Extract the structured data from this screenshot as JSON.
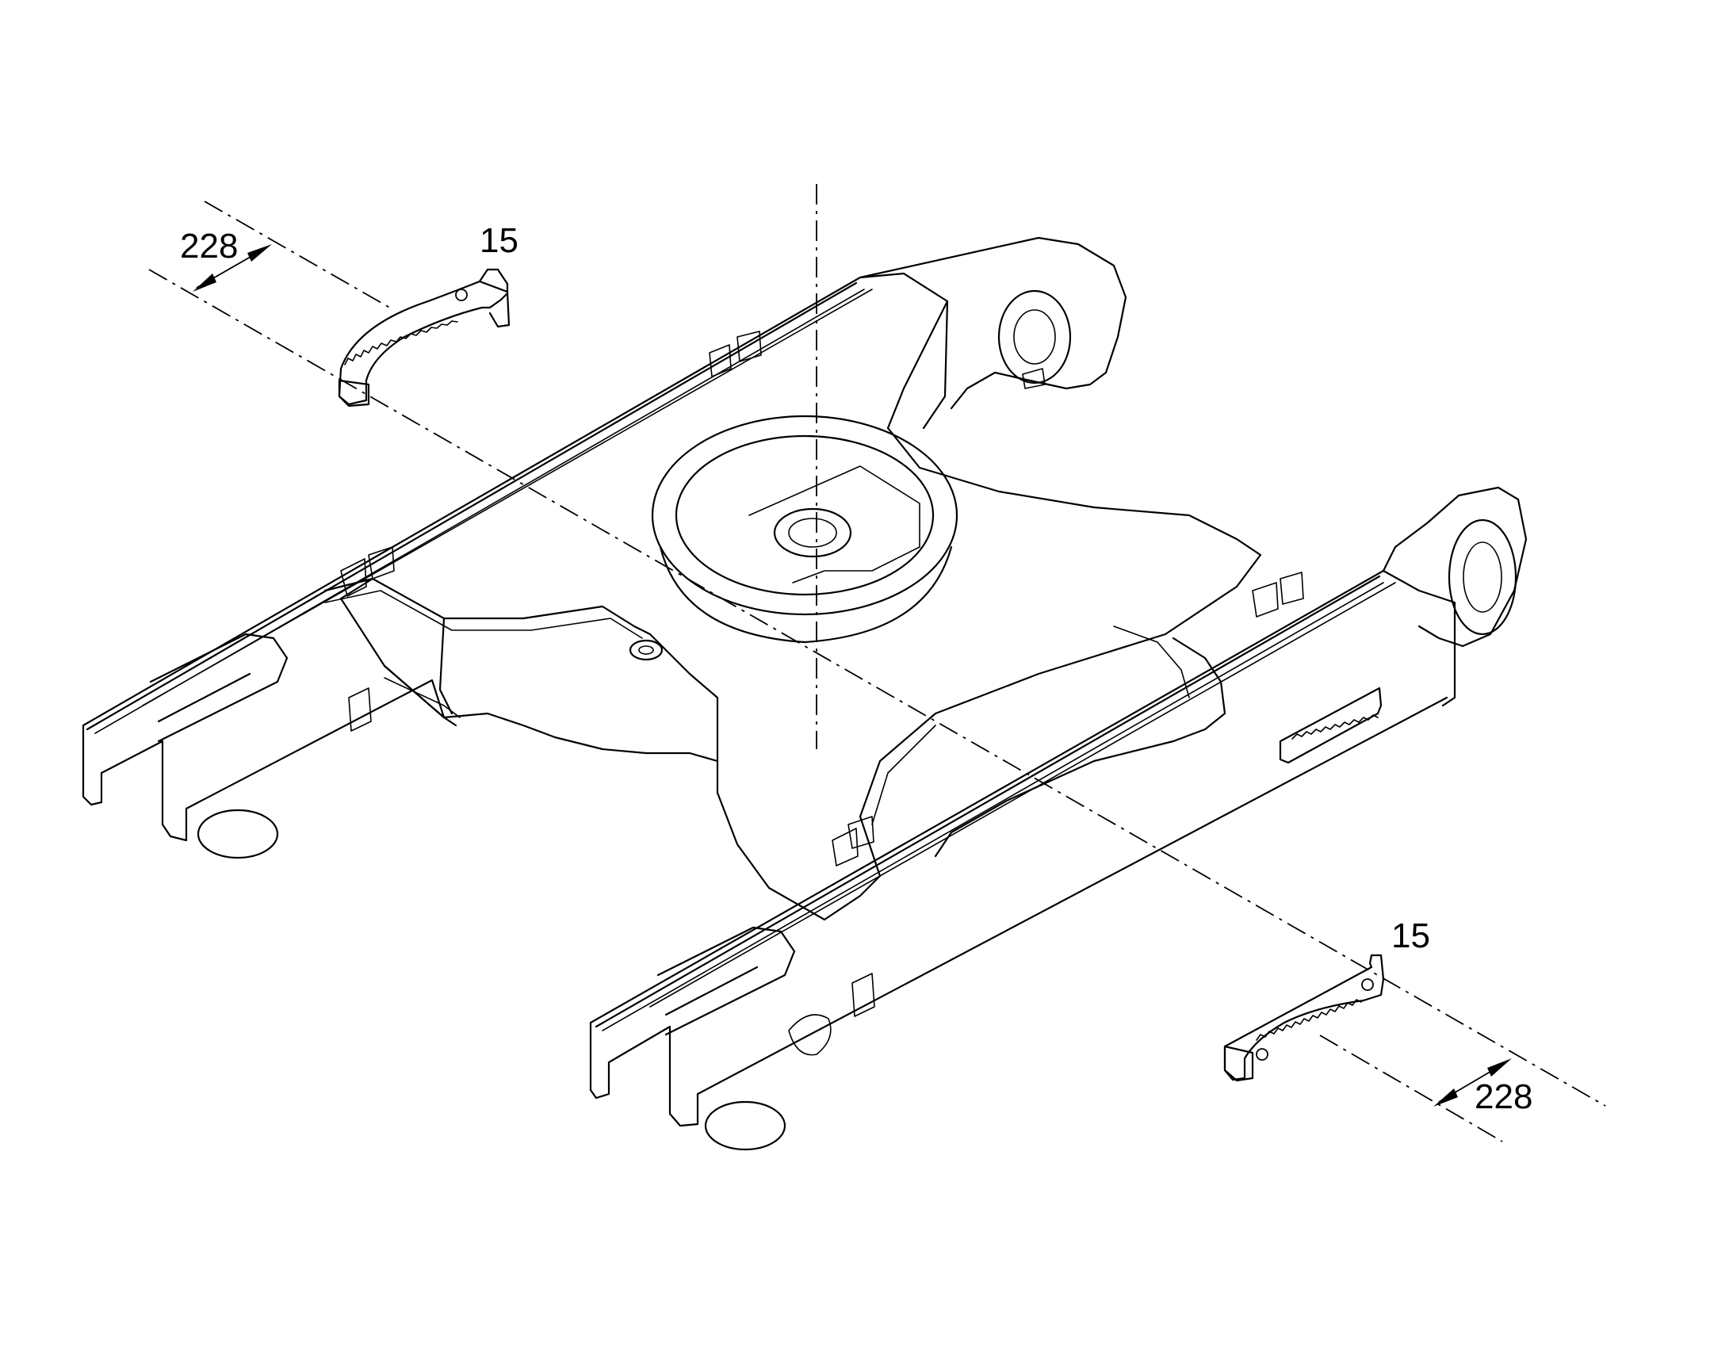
{
  "callouts": {
    "part_top": "15",
    "part_bottom": "15"
  },
  "dimensions": {
    "top": "228",
    "bottom": "228"
  }
}
